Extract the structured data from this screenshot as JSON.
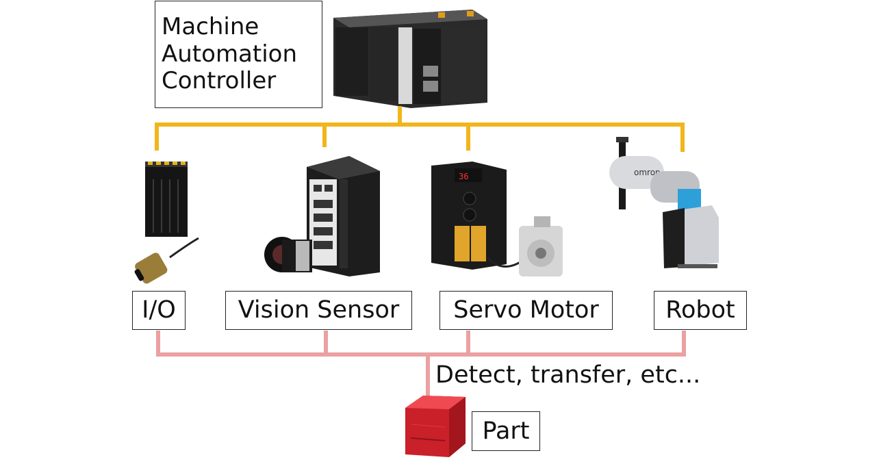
{
  "controller": {
    "lines": [
      "Machine",
      "Automation",
      "Controller"
    ]
  },
  "devices": {
    "io": "I/O",
    "vision": "Vision Sensor",
    "servo": "Servo Motor",
    "robot": "Robot"
  },
  "part": {
    "label": "Part"
  },
  "connection": {
    "label": "Detect,  transfer, etc..."
  },
  "colors": {
    "control_bus": "#f2b51c",
    "part_bus": "#eba1a1",
    "part": "#d8262b"
  }
}
